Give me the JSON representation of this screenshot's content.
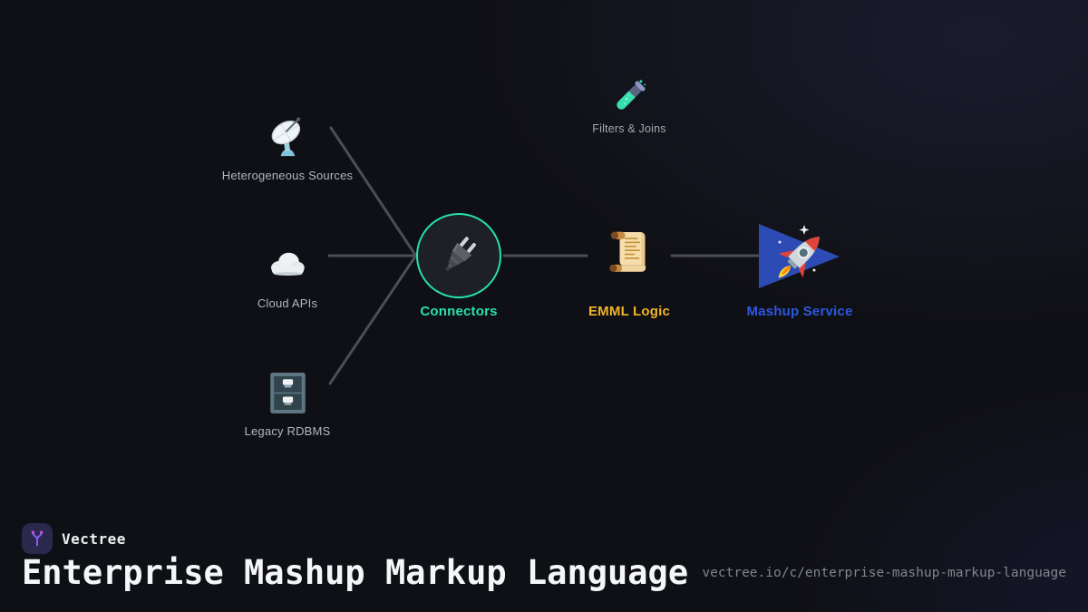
{
  "colors": {
    "background": "#0f1015",
    "glow": "#1a1c2e",
    "edge": "#4b4e54",
    "teal_accent": "#26e2ae",
    "gold_accent": "#f0b429",
    "blue_accent": "#2e57e0",
    "triangle_blue": "#2d4bb4",
    "muted_label": "#b4b6ba"
  },
  "nodes": {
    "sources": {
      "label": "Heterogeneous Sources",
      "icon": "satellite-dish"
    },
    "cloud": {
      "label": "Cloud APIs",
      "icon": "cloud"
    },
    "rdbms": {
      "label": "Legacy RDBMS",
      "icon": "file-cabinet"
    },
    "connectors": {
      "label": "Connectors",
      "icon": "power-plug"
    },
    "filters": {
      "label": "Filters & Joins",
      "icon": "test-tube"
    },
    "emml": {
      "label": "EMML Logic",
      "icon": "scroll"
    },
    "mashup": {
      "label": "Mashup Service",
      "icon": "rocket-on-flag"
    }
  },
  "edges": [
    {
      "from": "sources",
      "to": "connectors"
    },
    {
      "from": "cloud",
      "to": "connectors"
    },
    {
      "from": "rdbms",
      "to": "connectors"
    },
    {
      "from": "connectors",
      "to": "emml"
    },
    {
      "from": "emml",
      "to": "mashup"
    }
  ],
  "footer": {
    "brand": "Vectree",
    "title": "Enterprise Mashup Markup Language",
    "url": "vectree.io/c/enterprise-mashup-markup-language"
  }
}
